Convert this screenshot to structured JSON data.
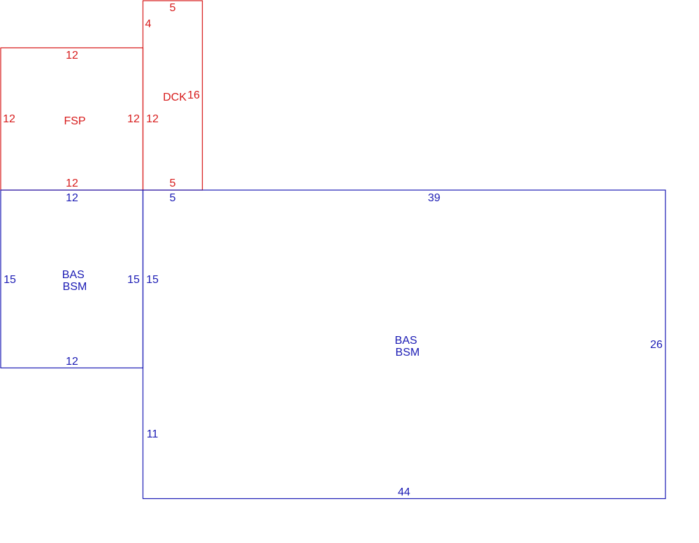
{
  "colors": {
    "red": "#d71a1a",
    "blue": "#1a1ab4"
  },
  "fsp": {
    "area_lines": [
      "FSP"
    ],
    "top": "12",
    "left": "12",
    "right": "12",
    "bottom": "12"
  },
  "dck": {
    "area_lines": [
      "DCK"
    ],
    "top": "5",
    "left_upper": "4",
    "left_lower": "12",
    "right": "16",
    "bottom": "5"
  },
  "bas_small": {
    "area_lines": [
      "BAS",
      "BSM"
    ],
    "top": "12",
    "left": "15",
    "right": "15",
    "bottom": "12"
  },
  "bas_main": {
    "area_lines": [
      "BAS",
      "BSM"
    ],
    "top_left": "5",
    "top": "39",
    "left_upper": "15",
    "left_lower": "11",
    "right": "26",
    "bottom": "44"
  }
}
